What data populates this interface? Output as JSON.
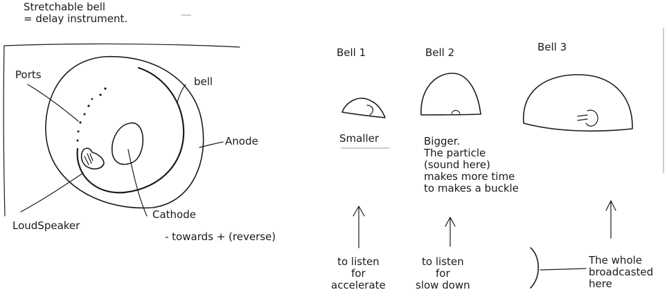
{
  "left_panel": {
    "title": "Stretchable bell\n= delay instrument.",
    "labels": {
      "ports": "Ports",
      "bell": "bell",
      "anode": "Anode",
      "cathode": "Cathode",
      "loudspeaker": "LoudSpeaker",
      "reverse_note": "- towards + (reverse)"
    }
  },
  "bells": [
    {
      "title": "Bell 1",
      "caption": "Smaller",
      "use": "to listen\nfor\naccelerate"
    },
    {
      "title": "Bell 2",
      "caption": "Bigger.\nThe particle\n(sound here)\nmakes more time\nto makes a buckle",
      "use": "to listen\nfor\nslow down"
    },
    {
      "title": "Bell 3",
      "caption": "",
      "use": "The whole\nbroadcasted\nhere"
    }
  ]
}
